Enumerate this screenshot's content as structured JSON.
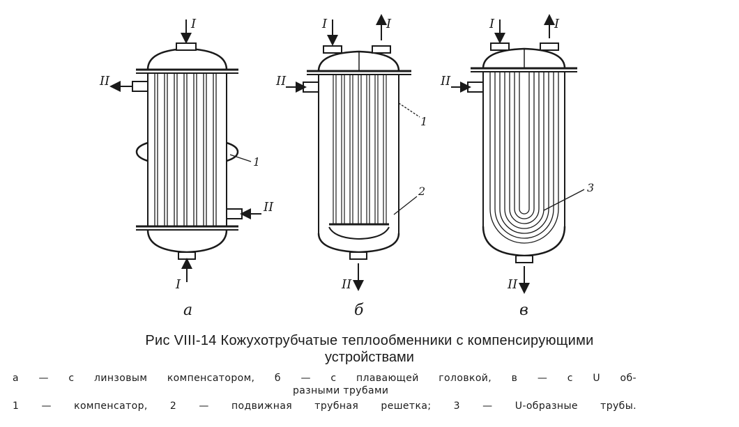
{
  "labels": {
    "flow_I": "I",
    "flow_II": "II",
    "part_1": "1",
    "part_2": "2",
    "part_3": "3",
    "variant_a": "а",
    "variant_b": "б",
    "variant_c": "в"
  },
  "caption": {
    "title_line1": "Рис VIII-14  Кожухотрубчатые теплообменники с компенсирующими",
    "title_line2": "устройствами",
    "legend_line1": "а — с  линзовым  компенсатором,  б — с  плавающей  головкой,  в — с  U об-",
    "legend_line2": "разными трубами",
    "legend_line3": "1 — компенсатор,  2 — подвижная  трубная  решетка;  3 — U-образные  трубы."
  },
  "colors": {
    "ink": "#1a1a1a",
    "background": "#ffffff"
  }
}
